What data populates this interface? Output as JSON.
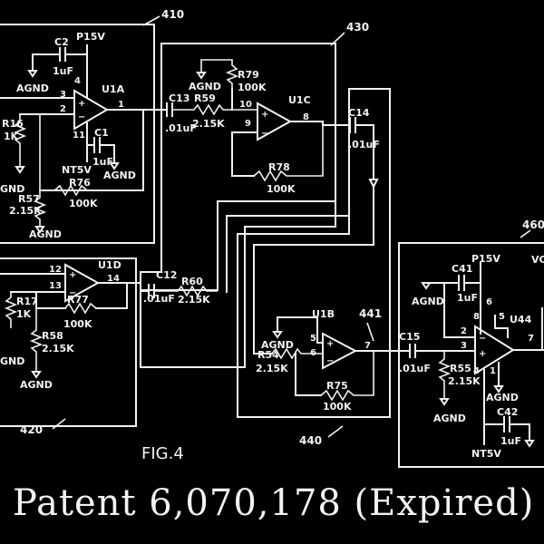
{
  "figure": {
    "label": "FIG.4",
    "caption": "Patent 6,070,178 (Expired)"
  },
  "blocks": [
    {
      "id": "410"
    },
    {
      "id": "420"
    },
    {
      "id": "430"
    },
    {
      "id": "440"
    },
    {
      "id": "460"
    },
    {
      "id": "441"
    }
  ],
  "opamps": [
    {
      "name": "U1A",
      "pins": [
        "3",
        "2",
        "1",
        "4",
        "11"
      ]
    },
    {
      "name": "U1C",
      "pins": [
        "10",
        "9",
        "8"
      ]
    },
    {
      "name": "U1D",
      "pins": [
        "12",
        "13",
        "14"
      ]
    },
    {
      "name": "U1B",
      "pins": [
        "5",
        "6",
        "7"
      ]
    },
    {
      "name": "U44",
      "pins": [
        "2",
        "3",
        "6",
        "8",
        "5",
        "7",
        "4",
        "1"
      ]
    }
  ],
  "components": [
    {
      "ref": "C2",
      "value": "1uF"
    },
    {
      "ref": "C1",
      "value": "1uF"
    },
    {
      "ref": "R16",
      "value": "1K"
    },
    {
      "ref": "R57",
      "value": "2.15K"
    },
    {
      "ref": "R76",
      "value": "100K"
    },
    {
      "ref": "R79",
      "value": "100K"
    },
    {
      "ref": "C13",
      "value": ".01uF"
    },
    {
      "ref": "R59",
      "value": "2.15K"
    },
    {
      "ref": "R78",
      "value": "100K"
    },
    {
      "ref": "C14",
      "value": ".01uF"
    },
    {
      "ref": "R17",
      "value": "1K"
    },
    {
      "ref": "R77",
      "value": "100K"
    },
    {
      "ref": "R58",
      "value": "2.15K"
    },
    {
      "ref": "C12",
      "value": ".01uF"
    },
    {
      "ref": "R60",
      "value": "2.15K"
    },
    {
      "ref": "R54",
      "value": "2.15K"
    },
    {
      "ref": "R75",
      "value": "100K"
    },
    {
      "ref": "C15",
      "value": ".01uF"
    },
    {
      "ref": "R55",
      "value": "2.15K"
    },
    {
      "ref": "C41",
      "value": "1uF"
    },
    {
      "ref": "C42",
      "value": "1uF"
    }
  ],
  "nets": {
    "p15v": "P15V",
    "agnd": "AGND",
    "nt5v": "NT5V",
    "gnd_partial": "GND",
    "vc_partial": "VC"
  }
}
